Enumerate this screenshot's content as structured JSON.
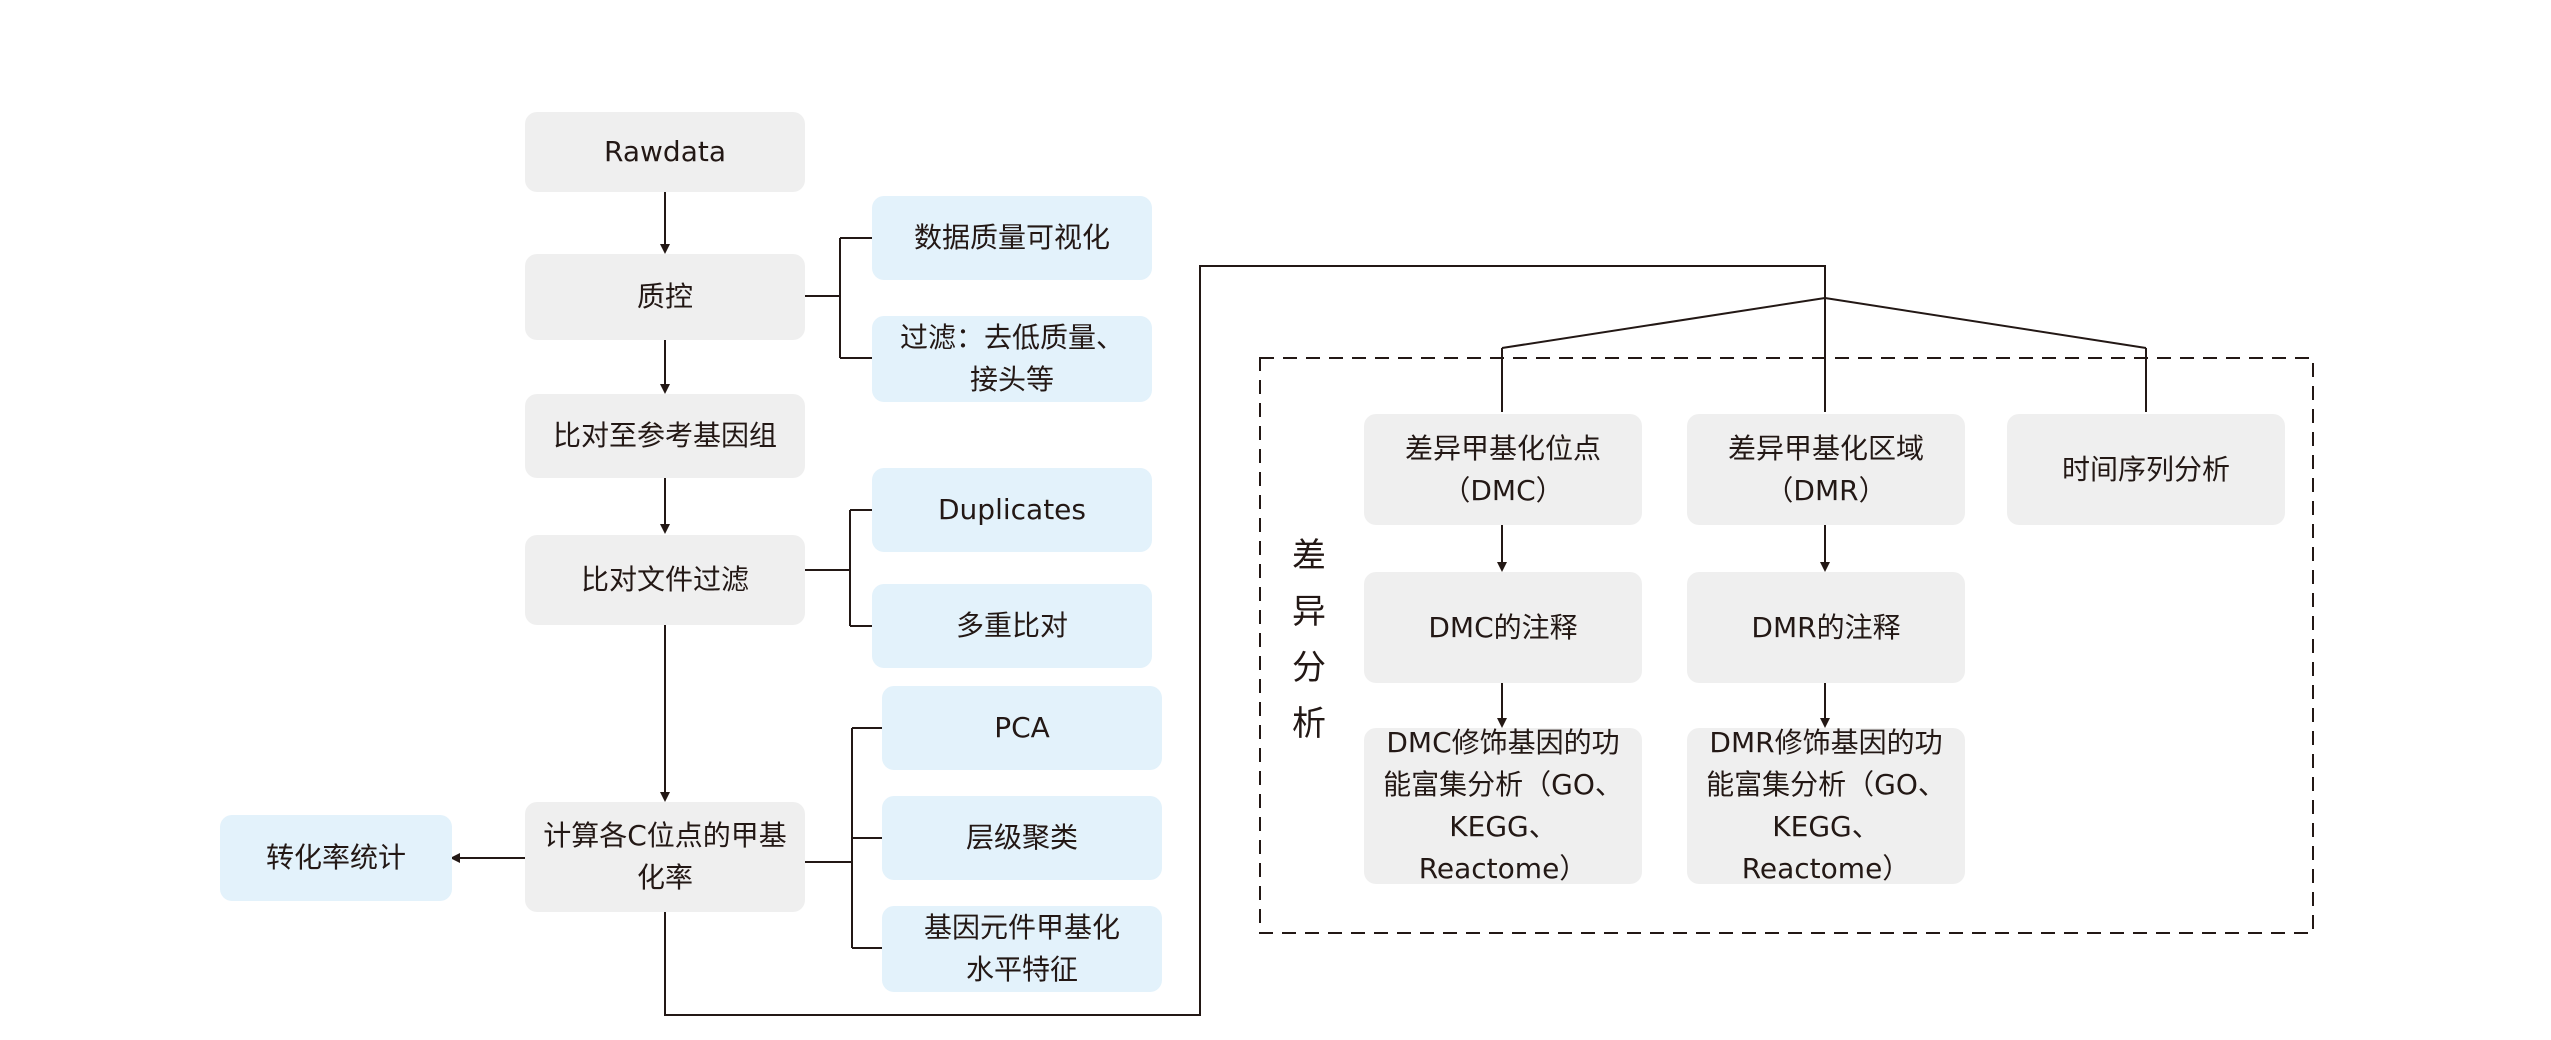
{
  "pipeline": {
    "rawdata": "Rawdata",
    "qc": "质控",
    "align": "比对至参考基因组",
    "filter": "比对文件过滤",
    "calc": "计算各C位点的甲基\n化率",
    "conversion": "转化率统计"
  },
  "qc_branches": [
    "数据质量可视化",
    "过滤：去低质量、\n接头等"
  ],
  "filter_branches": [
    "Duplicates",
    "多重比对"
  ],
  "calc_branches": [
    "PCA",
    "层级聚类",
    "基因元件甲基化\n水平特征"
  ],
  "diff_analysis": {
    "label": [
      "差",
      "异",
      "分",
      "析"
    ],
    "dmc": {
      "title": "差异甲基化位点\n（DMC）",
      "annotation": "DMC的注释",
      "enrichment": "DMC修饰基因的功\n能富集分析（GO、\nKEGG、Reactome）"
    },
    "dmr": {
      "title": "差异甲基化区域\n（DMR）",
      "annotation": "DMR的注释",
      "enrichment": "DMR修饰基因的功\n能富集分析（GO、\nKEGG、Reactome）"
    },
    "time_series": "时间序列分析"
  },
  "colors": {
    "gray_box": "#efefef",
    "blue_box": "#e3f2fb",
    "line": "#231815"
  }
}
